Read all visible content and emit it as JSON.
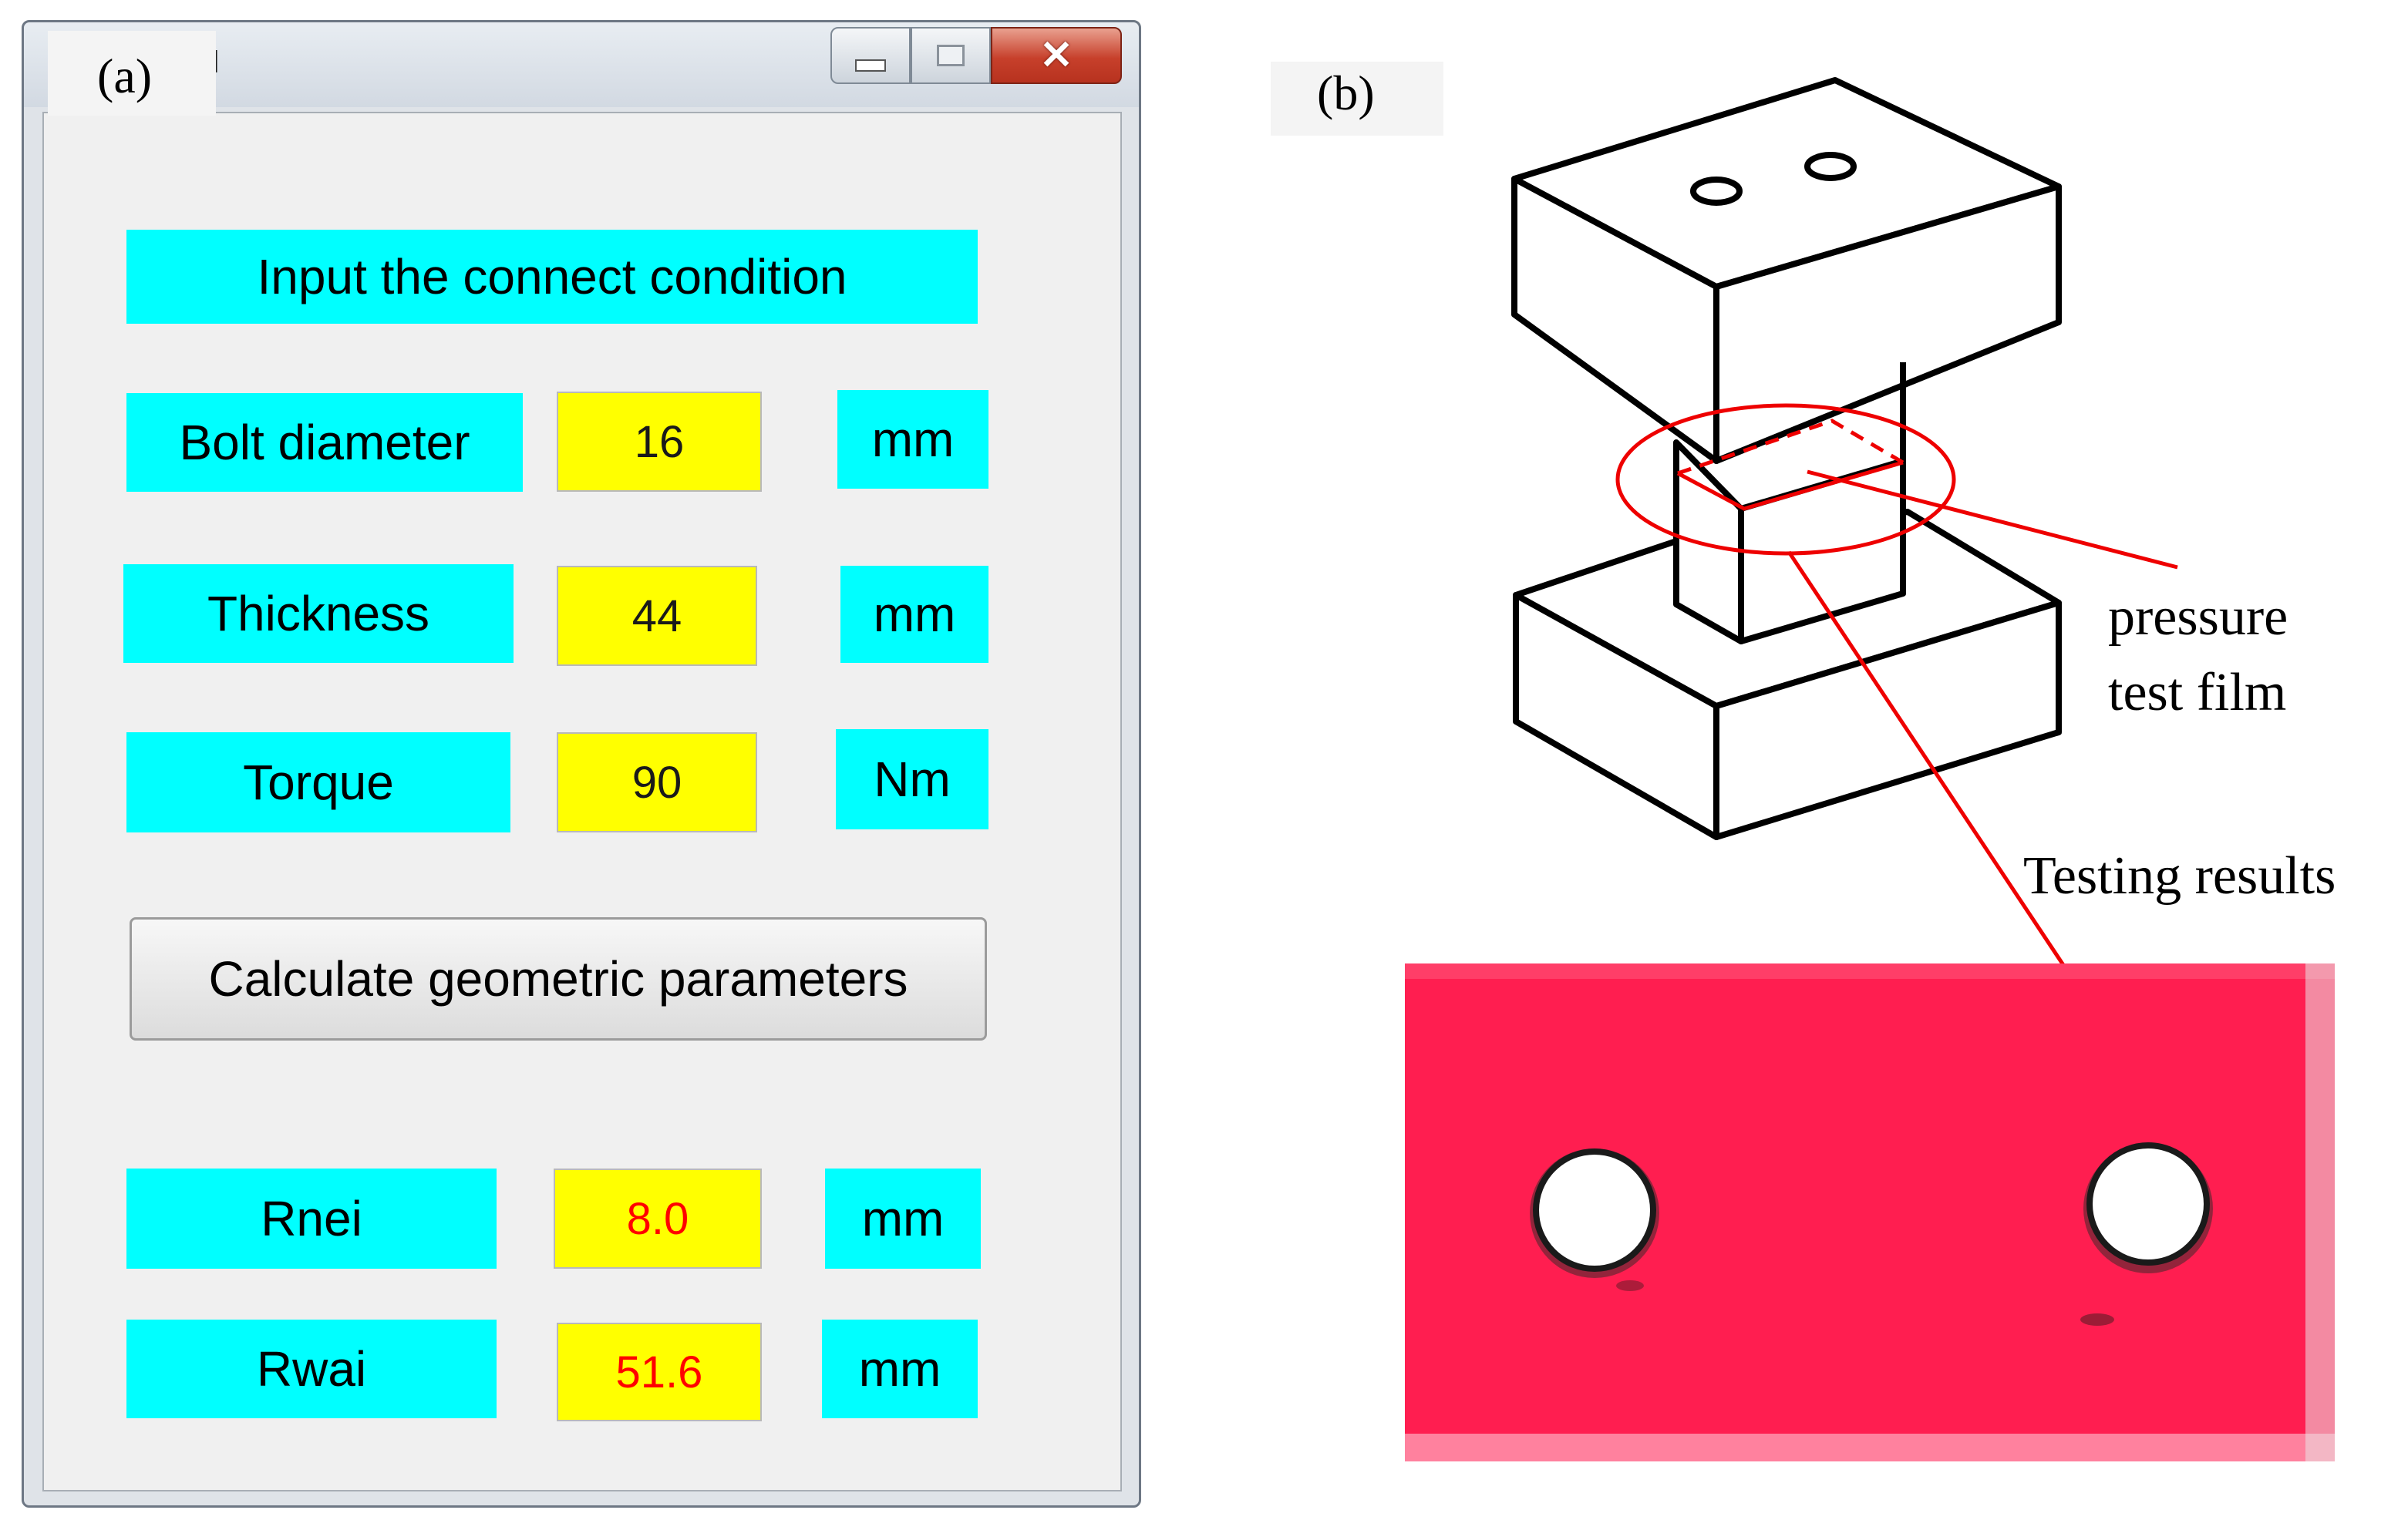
{
  "panel_a": {
    "label": "(a)",
    "window": {
      "title_fragment": "al"
    },
    "header": "Input the connect condition",
    "inputs": [
      {
        "label": "Bolt diameter",
        "value": "16",
        "unit": "mm"
      },
      {
        "label": "Thickness",
        "value": "44",
        "unit": "mm"
      },
      {
        "label": "Torque",
        "value": "90",
        "unit": "Nm"
      }
    ],
    "calculate_button": "Calculate geometric parameters",
    "outputs": [
      {
        "label": "Rnei",
        "value": "8.0",
        "unit": "mm"
      },
      {
        "label": "Rwai",
        "value": "51.6",
        "unit": "mm"
      }
    ]
  },
  "panel_b": {
    "label": "(b)",
    "annotation_film_line1": "pressure",
    "annotation_film_line2": "test film",
    "annotation_results": "Testing results"
  },
  "colors": {
    "label_bg": "#00ffff",
    "field_bg": "#ffff00",
    "output_text": "#ff0000",
    "highlight": "#ee0000",
    "film": "#ff1e50"
  }
}
